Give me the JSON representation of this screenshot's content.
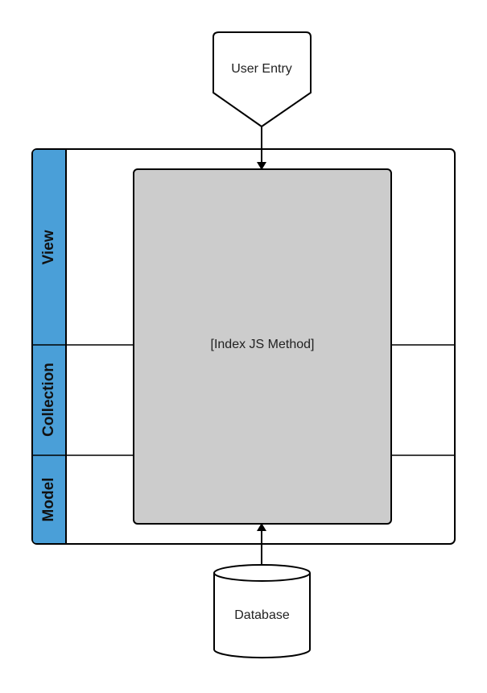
{
  "diagram": {
    "user_entry": {
      "label": "User Entry"
    },
    "process": {
      "label": "[Index JS Method]"
    },
    "database": {
      "label": "Database"
    },
    "lanes": [
      {
        "id": "view",
        "label": "View"
      },
      {
        "id": "collection",
        "label": "Collection"
      },
      {
        "id": "model",
        "label": "Model"
      }
    ]
  },
  "colors": {
    "lane_header": "#4a9fd8",
    "process_fill": "#cccccc",
    "stroke": "#000000",
    "background": "#ffffff"
  }
}
